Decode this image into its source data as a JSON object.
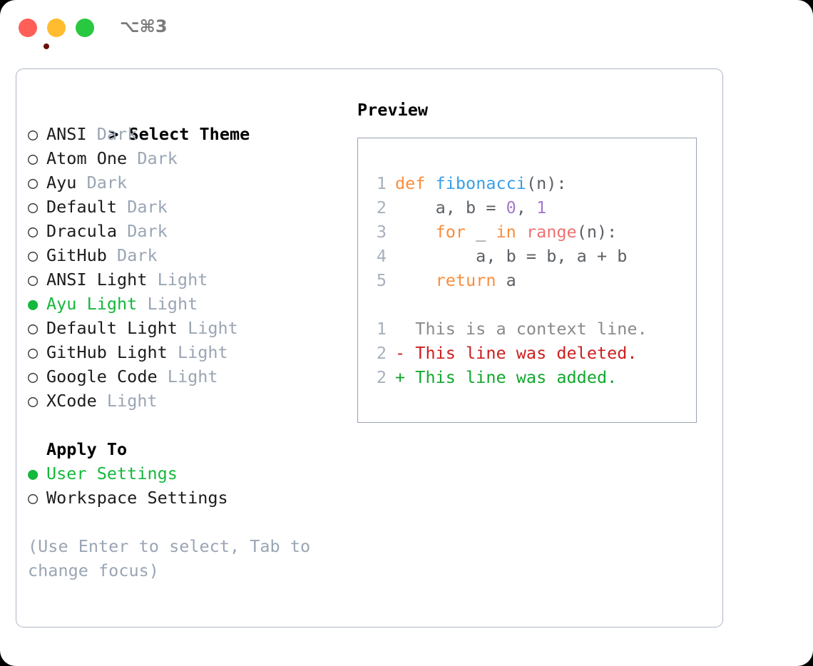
{
  "titlebar": {
    "shortcut": "⌥⌘3",
    "buttons": {
      "close": "close",
      "minimize": "minimize",
      "maximize": "maximize"
    }
  },
  "theme_selector": {
    "header": "Select Theme",
    "header_prefix": "> ",
    "bullet_on": "●",
    "bullet_off": "○",
    "items": [
      {
        "name": "ANSI",
        "variant": "Dark",
        "selected": false
      },
      {
        "name": "Atom One",
        "variant": "Dark",
        "selected": false
      },
      {
        "name": "Ayu",
        "variant": "Dark",
        "selected": false
      },
      {
        "name": "Default",
        "variant": "Dark",
        "selected": false
      },
      {
        "name": "Dracula",
        "variant": "Dark",
        "selected": false
      },
      {
        "name": "GitHub",
        "variant": "Dark",
        "selected": false
      },
      {
        "name": "ANSI Light",
        "variant": "Light",
        "selected": false
      },
      {
        "name": "Ayu Light",
        "variant": "Light",
        "selected": true
      },
      {
        "name": "Default Light",
        "variant": "Light",
        "selected": false
      },
      {
        "name": "GitHub Light",
        "variant": "Light",
        "selected": false
      },
      {
        "name": "Google Code",
        "variant": "Light",
        "selected": false
      },
      {
        "name": "XCode",
        "variant": "Light",
        "selected": false
      }
    ]
  },
  "apply_to": {
    "header": "Apply To",
    "items": [
      {
        "label": "User Settings",
        "selected": true
      },
      {
        "label": "Workspace Settings",
        "selected": false
      }
    ]
  },
  "hint": "(Use Enter to select, Tab to change focus)",
  "preview": {
    "title": "Preview",
    "code_lines": [
      {
        "number": "1",
        "tokens": [
          {
            "text": "def",
            "type": "kw"
          },
          {
            "text": " ",
            "type": "txt"
          },
          {
            "text": "fibonacci",
            "type": "fn"
          },
          {
            "text": "(n):",
            "type": "txt"
          }
        ]
      },
      {
        "number": "2",
        "tokens": [
          {
            "text": "    a, b = ",
            "type": "txt"
          },
          {
            "text": "0",
            "type": "num"
          },
          {
            "text": ", ",
            "type": "txt"
          },
          {
            "text": "1",
            "type": "num"
          }
        ]
      },
      {
        "number": "3",
        "tokens": [
          {
            "text": "    ",
            "type": "txt"
          },
          {
            "text": "for",
            "type": "kw"
          },
          {
            "text": " _ ",
            "type": "txt"
          },
          {
            "text": "in",
            "type": "kw"
          },
          {
            "text": " ",
            "type": "txt"
          },
          {
            "text": "range",
            "type": "bi"
          },
          {
            "text": "(n):",
            "type": "txt"
          }
        ]
      },
      {
        "number": "4",
        "tokens": [
          {
            "text": "        a, b = b, a + b",
            "type": "txt"
          }
        ]
      },
      {
        "number": "5",
        "tokens": [
          {
            "text": "    ",
            "type": "txt"
          },
          {
            "text": "return",
            "type": "kw"
          },
          {
            "text": " a",
            "type": "txt"
          }
        ]
      }
    ],
    "diff_lines": [
      {
        "number": "1",
        "marker": " ",
        "text": "This is a context line.",
        "kind": "context"
      },
      {
        "number": "2",
        "marker": "-",
        "text": "This line was deleted.",
        "kind": "deleted"
      },
      {
        "number": "2",
        "marker": "+",
        "text": "This line was added.",
        "kind": "added"
      }
    ]
  },
  "colors": {
    "keyword": "#FA8D3E",
    "function": "#399EE6",
    "number": "#A37ACC",
    "builtin": "#F07171",
    "text": "#5C6166",
    "line_number": "#A7B0BD",
    "selected": "#14B83C",
    "muted": "#9AA5B4",
    "diff_deleted": "#CC1F1F",
    "diff_added": "#12A82E",
    "diff_context": "#8A8A8A",
    "border": "#AEB7C4",
    "traffic_red": "#FF5F57",
    "traffic_yellow": "#FEBC2E",
    "traffic_green": "#28C840"
  }
}
